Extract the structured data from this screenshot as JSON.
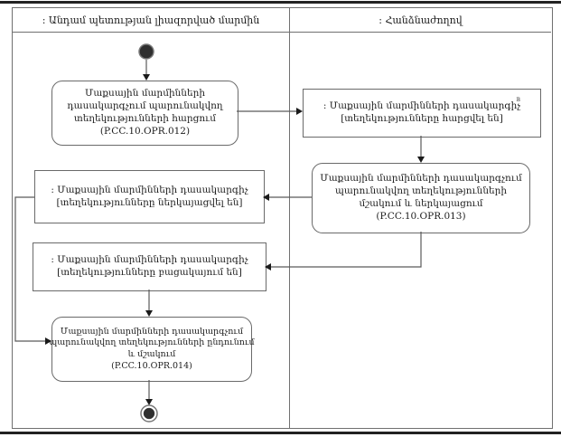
{
  "colors": {
    "background": "#ffffff",
    "border_gray": "#707070",
    "connector_gray": "#5a5a5a",
    "node_fill_dark": "#2f2f2f",
    "text": "#1c1c1c"
  },
  "lanes": {
    "left_label": ": Անդամ պետության լիազորված մարմին",
    "right_label": ": Հանձնաժողով"
  },
  "nodes": {
    "opr012": {
      "lines": [
        "Մաքսային մարմինների",
        "դասակարգչում պարունակվող",
        "տեղեկությունների հարցում",
        "(P.CC.10.OPR.012)"
      ]
    },
    "classifier_requested": {
      "lines": [
        ": Մաքսային մարմինների դասակարգիչ",
        "[տեղեկությունները հարցվել են]"
      ],
      "artifact": "в"
    },
    "opr013": {
      "lines": [
        "Մաքսային մարմինների դասակարգչում",
        "պարունակվող տեղեկությունների",
        "մշակում և ներկայացում",
        "(P.CC.10.OPR.013)"
      ]
    },
    "classifier_presented": {
      "lines": [
        ": Մաքսային մարմինների դասակարգիչ",
        "[տեղեկությունները ներկայացվել են]"
      ]
    },
    "classifier_missing": {
      "lines": [
        ": Մաքսային մարմինների դասակարգիչ",
        "[տեղեկությունները բացակայում են]"
      ]
    },
    "opr014": {
      "lines": [
        "Մաքսային մարմինների դասակարգչում",
        "պարունակվող տեղեկությունների ընդունում",
        "և մշակում",
        "(P.CC.10.OPR.014)"
      ]
    }
  }
}
